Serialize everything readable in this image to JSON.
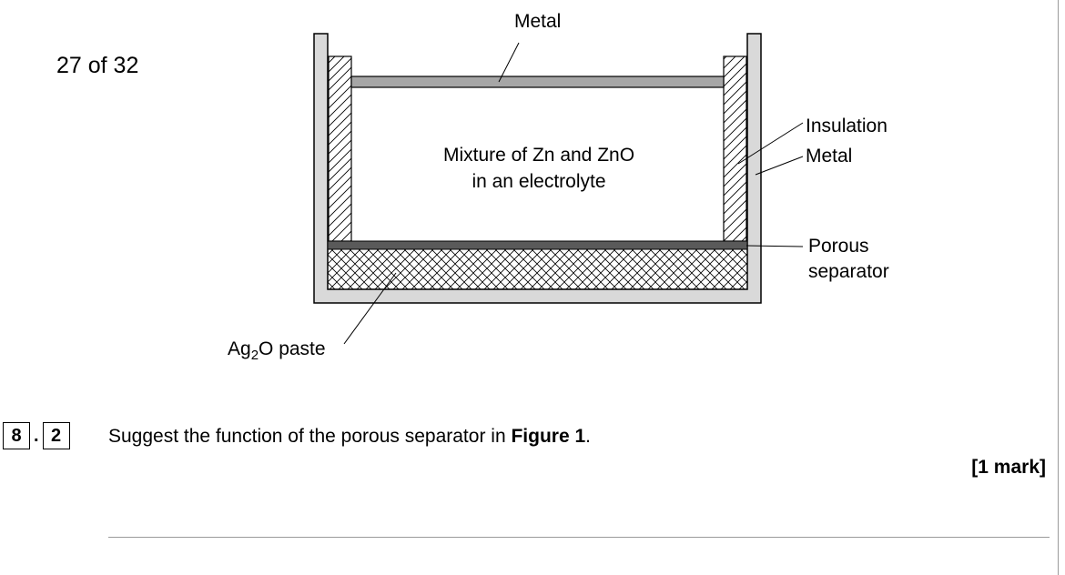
{
  "page": {
    "counter": "27 of 32"
  },
  "figure": {
    "labels": {
      "top_metal": "Metal",
      "insulation": "Insulation",
      "side_metal": "Metal",
      "mixture_line1": "Mixture of Zn and ZnO",
      "mixture_line2": "in an electrolyte",
      "porous_line1": "Porous",
      "porous_line2": "separator",
      "paste_prefix": "Ag",
      "paste_subscript": "2",
      "paste_suffix": "O paste"
    },
    "colors": {
      "metal_fill": "#d9d9d9",
      "plate_fill": "#a6a6a6",
      "separator_fill": "#5a5a5a",
      "stroke": "#000000"
    }
  },
  "question": {
    "number_major": "8",
    "number_minor": "2",
    "separator_dot": ".",
    "text_before": "Suggest the function of the porous separator in ",
    "text_bold": "Figure 1",
    "text_after": ".",
    "marks": "[1 mark]"
  }
}
